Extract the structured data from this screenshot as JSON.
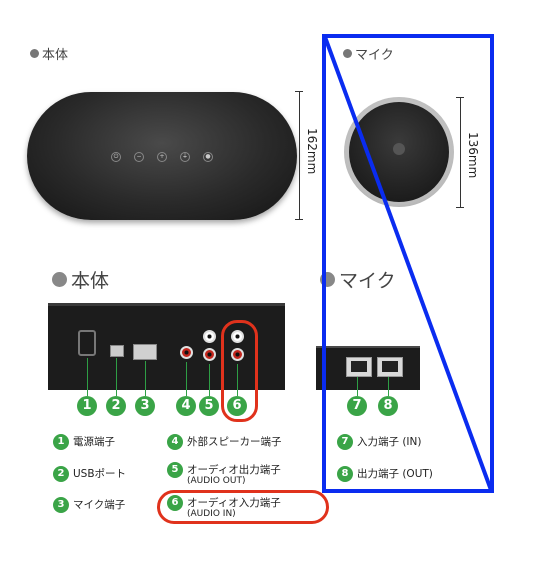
{
  "top": {
    "unit_title": "本体",
    "unit_buttons": [
      "⏻",
      "−",
      "+",
      "⏚",
      "●"
    ],
    "unit_height": "162mm",
    "mic_title": "マイク",
    "mic_height": "136mm"
  },
  "connections": {
    "unit_title": "本体",
    "mic_title": "マイク",
    "unit_numbers": [
      "1",
      "2",
      "3",
      "4",
      "5",
      "6"
    ],
    "mic_numbers": [
      "7",
      "8"
    ],
    "legend": [
      {
        "num": "1",
        "label": "電源端子",
        "sub": ""
      },
      {
        "num": "2",
        "label": "USBポート",
        "sub": ""
      },
      {
        "num": "3",
        "label": "マイク端子",
        "sub": ""
      },
      {
        "num": "4",
        "label": "外部スピーカー端子",
        "sub": ""
      },
      {
        "num": "5",
        "label": "オーディオ出力端子",
        "sub": "(AUDIO OUT)"
      },
      {
        "num": "6",
        "label": "オーディオ入力端子",
        "sub": "(AUDIO IN)"
      },
      {
        "num": "7",
        "label": "入力端子 (IN)",
        "sub": ""
      },
      {
        "num": "8",
        "label": "出力端子 (OUT)",
        "sub": ""
      }
    ]
  },
  "colors": {
    "highlight_red": "#e0321c",
    "highlight_blue": "#0a2cf0",
    "number_green": "#3aa447"
  }
}
